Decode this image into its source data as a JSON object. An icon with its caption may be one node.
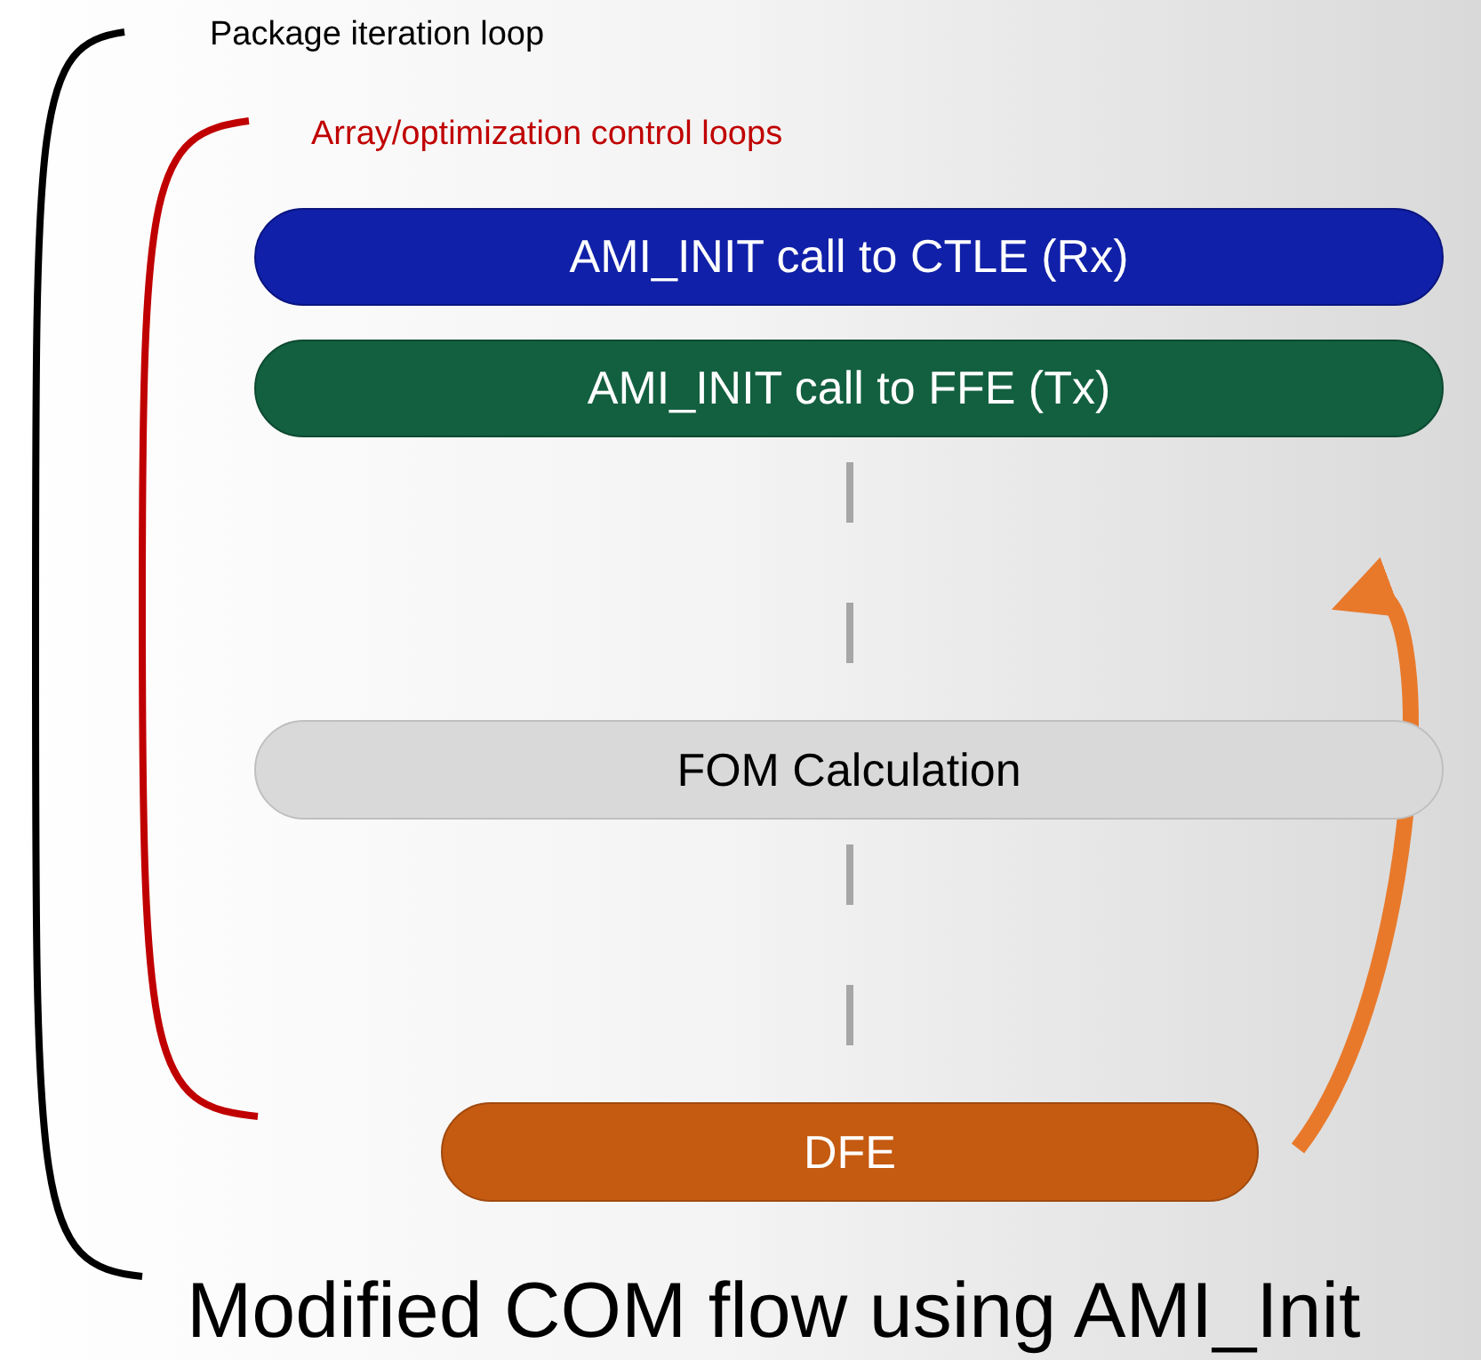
{
  "diagram": {
    "caption": "Modified COM flow using AMI_Init",
    "nodes": [
      {
        "text": [
          "AMI_INIT call to CTLE (Rx)"
        ]
      },
      {
        "text": [
          "AMI_INIT call to FFE (Tx)"
        ]
      },
      {
        "text": [
          "FOM Calculation"
        ]
      },
      {
        "text": [
          "DFE"
        ]
      }
    ],
    "edges": [
      {
        "from": 1,
        "to": 2,
        "arrow": "none",
        "style": "dashed",
        "color": "#a6a6a6"
      },
      {
        "from": 2,
        "to": 3,
        "arrow": "none",
        "style": "dashed",
        "color": "#a6a6a6"
      },
      {
        "from": 3,
        "to": null,
        "arrow": "to",
        "style": "thick",
        "color": "#e8792b"
      }
    ],
    "labels": [
      "Package iteration loop",
      "Array/optimization control loops"
    ]
  }
}
